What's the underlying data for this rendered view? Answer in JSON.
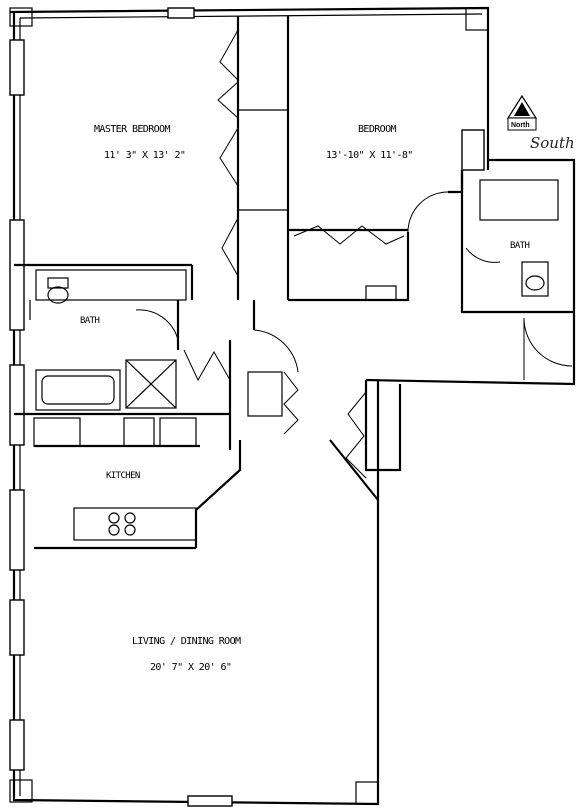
{
  "compass": {
    "north_label": "North",
    "handwritten": "South"
  },
  "rooms": {
    "master_bedroom": {
      "name": "MASTER BEDROOM",
      "dims": "11' 3\" X 13' 2\""
    },
    "bedroom": {
      "name": "BEDROOM",
      "dims": "13'-10\" X 11'-8\""
    },
    "bath_left": {
      "name": "BATH"
    },
    "bath_right": {
      "name": "BATH"
    },
    "kitchen": {
      "name": "KITCHEN"
    },
    "living": {
      "name": "LIVING / DINING ROOM",
      "dims": "20' 7\" X 20' 6\""
    }
  }
}
